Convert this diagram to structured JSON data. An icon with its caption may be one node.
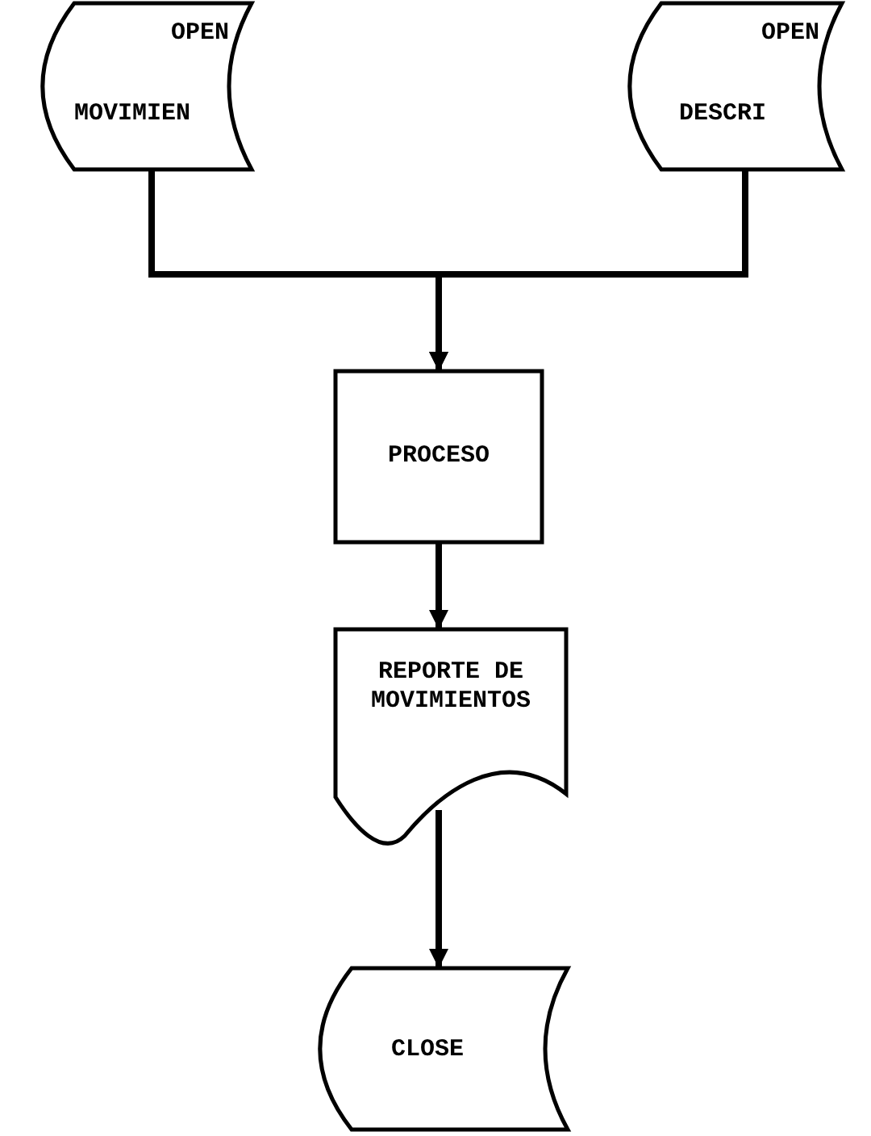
{
  "diagram": {
    "nodes": [
      {
        "text": [
          "OPEN",
          "MOVIMIEN"
        ]
      },
      {
        "text": [
          "OPEN",
          "DESCRI"
        ]
      },
      {
        "text": [
          "PROCESO"
        ]
      },
      {
        "text": [
          "REPORTE DE MOVIMIENTOS"
        ]
      },
      {
        "text": [
          "CLOSE"
        ]
      }
    ],
    "edges": [
      {
        "from": 0,
        "to": 2,
        "arrow": "to"
      },
      {
        "from": 1,
        "to": 2,
        "arrow": "to"
      },
      {
        "from": 2,
        "to": 3,
        "arrow": "to"
      },
      {
        "from": 3,
        "to": 4,
        "arrow": "to"
      }
    ]
  }
}
